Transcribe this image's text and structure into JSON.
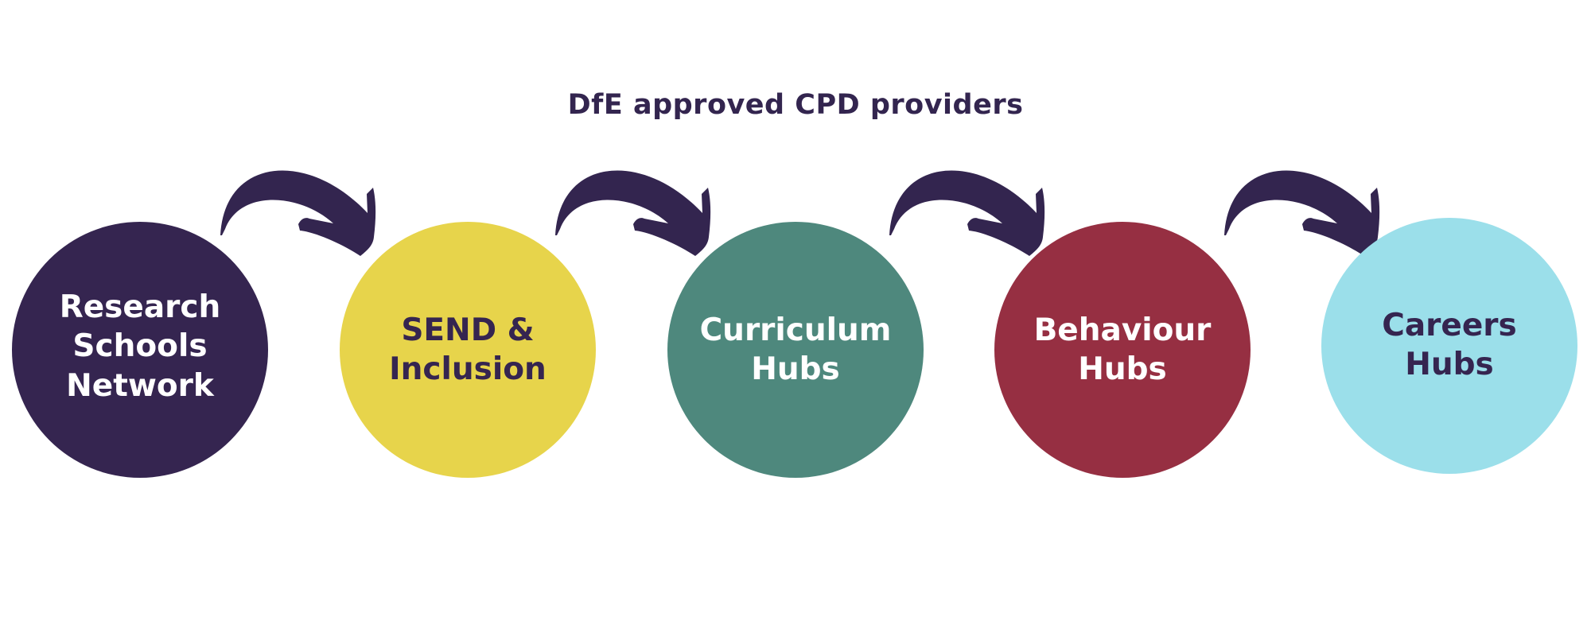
{
  "diagram": {
    "title": "DfE approved CPD providers",
    "nodes": [
      {
        "label": "Research\nSchools\nNetwork",
        "fill": "#352550",
        "text_color": "#ffffff"
      },
      {
        "label": "SEND &\nInclusion",
        "fill": "#e7d44b",
        "text_color": "#352550"
      },
      {
        "label": "Curriculum\nHubs",
        "fill": "#4e887d",
        "text_color": "#ffffff"
      },
      {
        "label": "Behaviour\nHubs",
        "fill": "#962f42",
        "text_color": "#ffffff"
      },
      {
        "label": "Careers\nHubs",
        "fill": "#9bdfea",
        "text_color": "#352550"
      }
    ],
    "edges": [
      {
        "from": "Research Schools Network",
        "to": "SEND & Inclusion"
      },
      {
        "from": "SEND & Inclusion",
        "to": "Curriculum Hubs"
      },
      {
        "from": "Curriculum Hubs",
        "to": "Behaviour Hubs"
      },
      {
        "from": "Behaviour Hubs",
        "to": "Careers Hubs"
      }
    ],
    "arrow_color": "#33254f"
  }
}
